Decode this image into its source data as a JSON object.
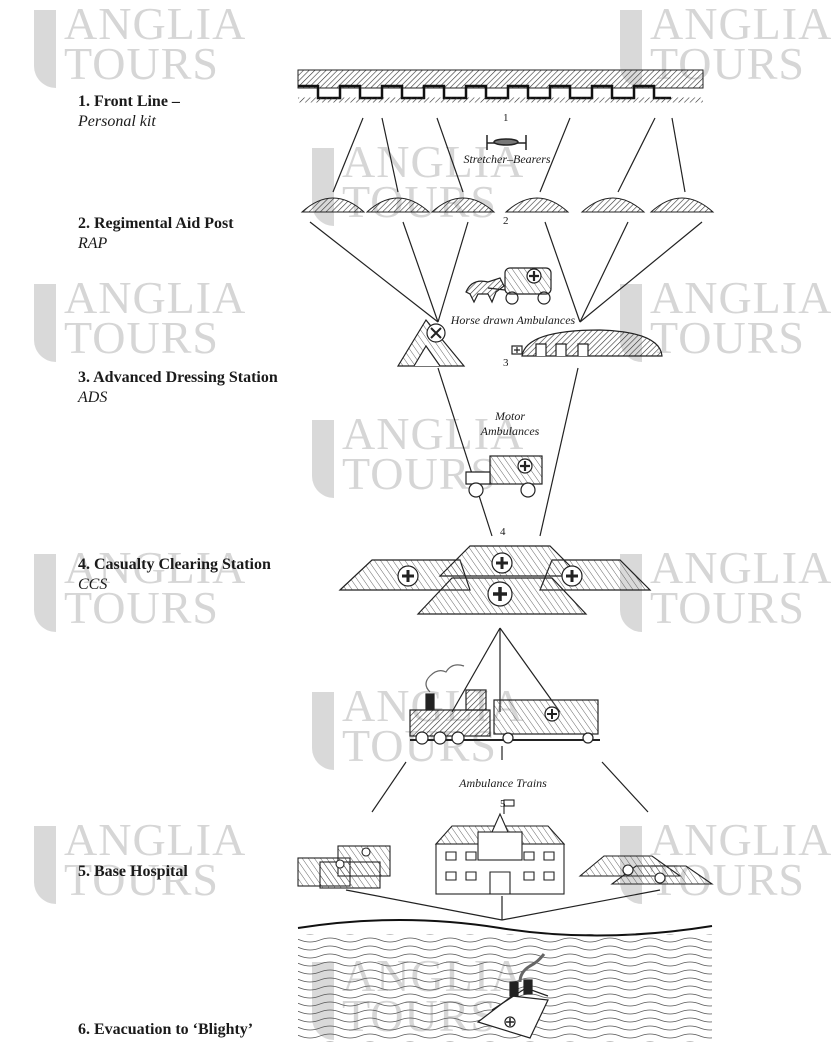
{
  "watermark": {
    "line1": "ANGLIA",
    "line2": "TOURS"
  },
  "stages": [
    {
      "title": "1. Front Line –",
      "subtitle": "Personal kit"
    },
    {
      "title": "2. Regimental Aid Post",
      "subtitle": "RAP"
    },
    {
      "title": "3. Advanced Dressing Station",
      "subtitle": "ADS"
    },
    {
      "title": "4. Casualty Clearing Station",
      "subtitle": "CCS"
    },
    {
      "title": "5. Base Hospital",
      "subtitle": ""
    },
    {
      "title": "6. Evacuation to ‘Blighty’",
      "subtitle": ""
    }
  ],
  "numbers": [
    "1",
    "2",
    "3",
    "4",
    "5"
  ],
  "captions": {
    "stretcher": "Stretcher–Bearers",
    "horse": "Horse drawn Ambulances",
    "motor_line1": "Motor",
    "motor_line2": "Ambulances",
    "train": "Ambulance Trains"
  },
  "icons": [
    "trench-icon",
    "stretcher-icon",
    "aid-post-icon",
    "horse-ambulance-icon",
    "tent-icon",
    "bunker-icon",
    "motor-ambulance-icon",
    "ccs-tents-icon",
    "train-icon",
    "hospital-icon",
    "ship-icon"
  ]
}
